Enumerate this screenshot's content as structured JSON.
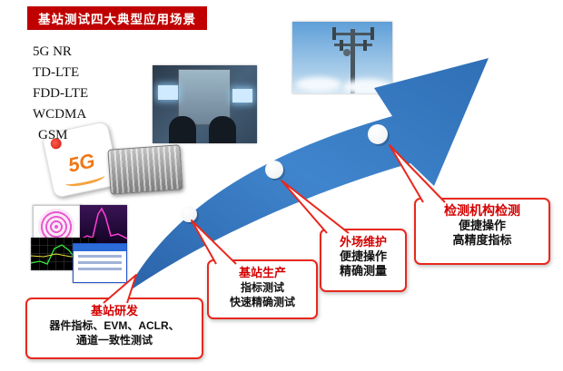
{
  "title": "基站测试四大典型应用场景",
  "tech_list": [
    "5G NR",
    "TD-LTE",
    "FDD-LTE",
    "WCDMA",
    "GSM"
  ],
  "device": {
    "label": "5G"
  },
  "callouts": [
    {
      "title": "基站研发",
      "lines": [
        "器件指标、EVM、ACLR、",
        "通道一致性测试"
      ]
    },
    {
      "title": "基站生产",
      "lines": [
        "指标测试",
        "快速精确测试"
      ]
    },
    {
      "title": "外场维护",
      "lines": [
        "便捷操作",
        "精确测量"
      ]
    },
    {
      "title": "检测机构检测",
      "lines": [
        "便捷操作",
        "高精度指标"
      ]
    }
  ],
  "colors": {
    "title_bg": "#c00000",
    "callout_border": "#e8281e",
    "callout_title": "#d40000",
    "arrow_blue": "#2f6fb5",
    "device_label_orange": "#f07818"
  }
}
